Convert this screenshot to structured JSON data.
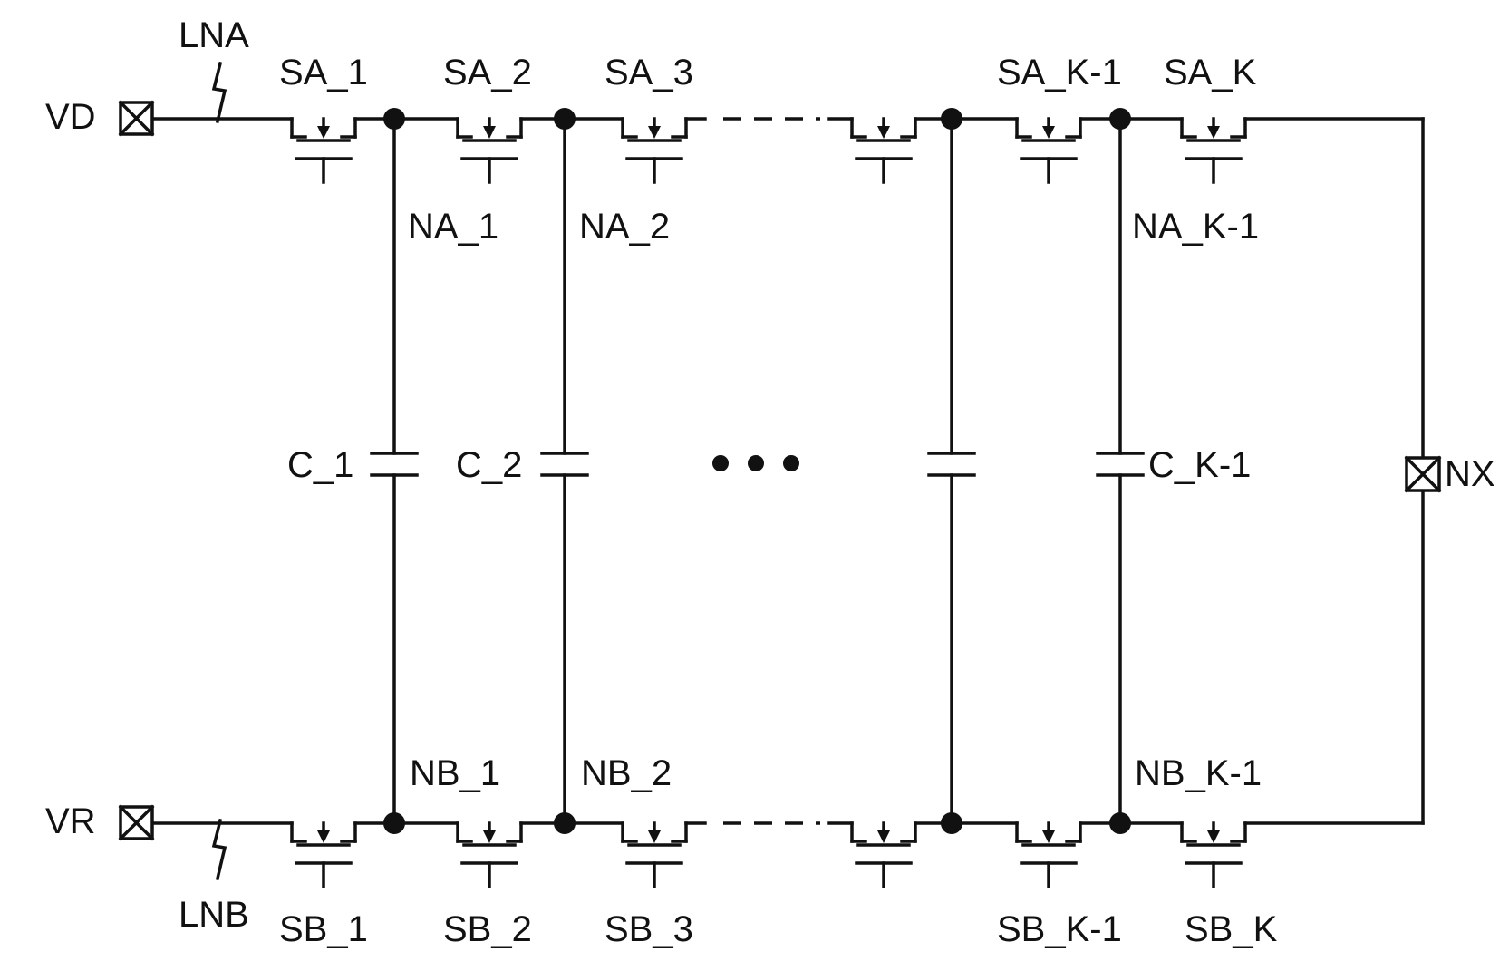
{
  "terminals": {
    "vd": "VD",
    "vr": "VR",
    "nx": "NX"
  },
  "lines": {
    "lna": "LNA",
    "lnb": "LNB"
  },
  "switches_a": [
    "SA_1",
    "SA_2",
    "SA_3",
    "SA_K-1",
    "SA_K"
  ],
  "switches_b": [
    "SB_1",
    "SB_2",
    "SB_3",
    "SB_K-1",
    "SB_K"
  ],
  "nodes_a": [
    "NA_1",
    "NA_2",
    "NA_K-1"
  ],
  "nodes_b": [
    "NB_1",
    "NB_2",
    "NB_K-1"
  ],
  "capacitors": [
    "C_1",
    "C_2",
    "C_K-1"
  ]
}
